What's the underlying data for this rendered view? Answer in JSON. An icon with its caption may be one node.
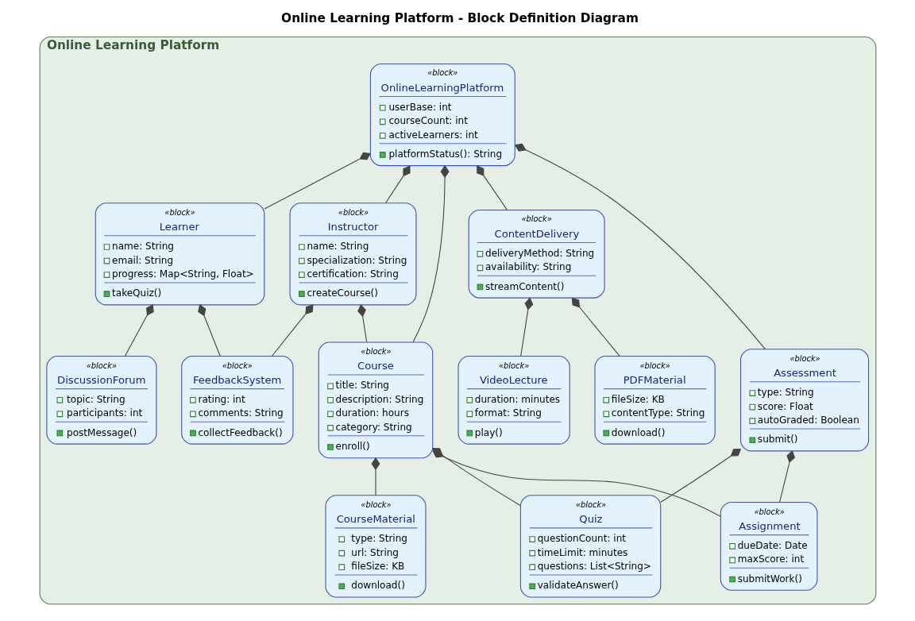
{
  "diagram": {
    "title": "Online Learning Platform - Block Definition Diagram",
    "nodes": [
      {
        "text": [
          "Online Learning Platform"
        ]
      },
      {
        "text": [
          "«block»",
          "OnlineLearningPlatform",
          "userBase: int",
          "courseCount: int",
          "activeLearners: int",
          "platformStatus(): String"
        ],
        "in": 0
      },
      {
        "text": [
          "«block»",
          "Instructor",
          "name: String",
          "specialization: String",
          "certification: String",
          "createCourse()"
        ],
        "in": 0
      },
      {
        "text": [
          "«block»",
          "Learner",
          "name: String",
          "email: String",
          "progress: Map<String, Float>",
          "takeQuiz()"
        ],
        "in": 0
      },
      {
        "text": [
          "«block»",
          "ContentDelivery",
          "deliveryMethod: String",
          "availability: String",
          "streamContent()"
        ],
        "in": 0
      },
      {
        "text": [
          "«block»",
          "Course",
          "title: String",
          "description: String",
          "duration: hours",
          "category: String",
          "enroll()"
        ],
        "in": 0
      },
      {
        "text": [
          "«block»",
          "FeedbackSystem",
          "rating: int",
          "comments: String",
          "collectFeedback()"
        ],
        "in": 0
      },
      {
        "text": [
          "«block»",
          "DiscussionForum",
          "topic: String",
          "participants: int",
          "postMessage()"
        ],
        "in": 0
      },
      {
        "text": [
          "«block»",
          "VideoLecture",
          "duration: minutes",
          "format: String",
          "play()"
        ],
        "in": 0
      },
      {
        "text": [
          "«block»",
          "PDFMaterial",
          "fileSize: KB",
          "contentType: String",
          "download()"
        ],
        "in": 0
      },
      {
        "text": [
          "«block»",
          "Assessment",
          "type: String",
          "score: Float",
          "autoGraded: Boolean",
          "submit()"
        ],
        "in": 0
      },
      {
        "text": [
          "«block»",
          "CourseMaterial",
          "type: String",
          "url: String",
          "fileSize: KB",
          "download()"
        ],
        "in": 0
      },
      {
        "text": [
          "«block»",
          "Assignment",
          "dueDate: Date",
          "maxScore: int",
          "submitWork()"
        ],
        "in": 0
      },
      {
        "text": [
          "«block»",
          "Quiz",
          "questionCount: int",
          "timeLimit: minutes",
          "questions: List<String>",
          "validateAnswer()"
        ],
        "in": 0
      }
    ],
    "edges": [
      {
        "from": 1,
        "to": 5,
        "arrow": "other"
      },
      {
        "from": 1,
        "to": 2,
        "arrow": "other"
      },
      {
        "from": 1,
        "to": 3,
        "arrow": "other"
      },
      {
        "from": 1,
        "to": 4,
        "arrow": "other"
      },
      {
        "from": 1,
        "to": 10,
        "arrow": "other"
      },
      {
        "from": 2,
        "to": 5,
        "arrow": "other"
      },
      {
        "from": 2,
        "to": 6,
        "arrow": "other"
      },
      {
        "from": 3,
        "to": 6,
        "arrow": "other"
      },
      {
        "from": 3,
        "to": 7,
        "arrow": "other"
      },
      {
        "from": 4,
        "to": 8,
        "arrow": "other"
      },
      {
        "from": 4,
        "to": 9,
        "arrow": "other"
      },
      {
        "from": 5,
        "to": 11,
        "arrow": "other"
      },
      {
        "from": 5,
        "to": 12,
        "arrow": "other"
      },
      {
        "from": 5,
        "to": 13,
        "arrow": "other"
      },
      {
        "from": 10,
        "to": 12,
        "arrow": "other"
      },
      {
        "from": 10,
        "to": 13,
        "arrow": "other"
      }
    ]
  }
}
